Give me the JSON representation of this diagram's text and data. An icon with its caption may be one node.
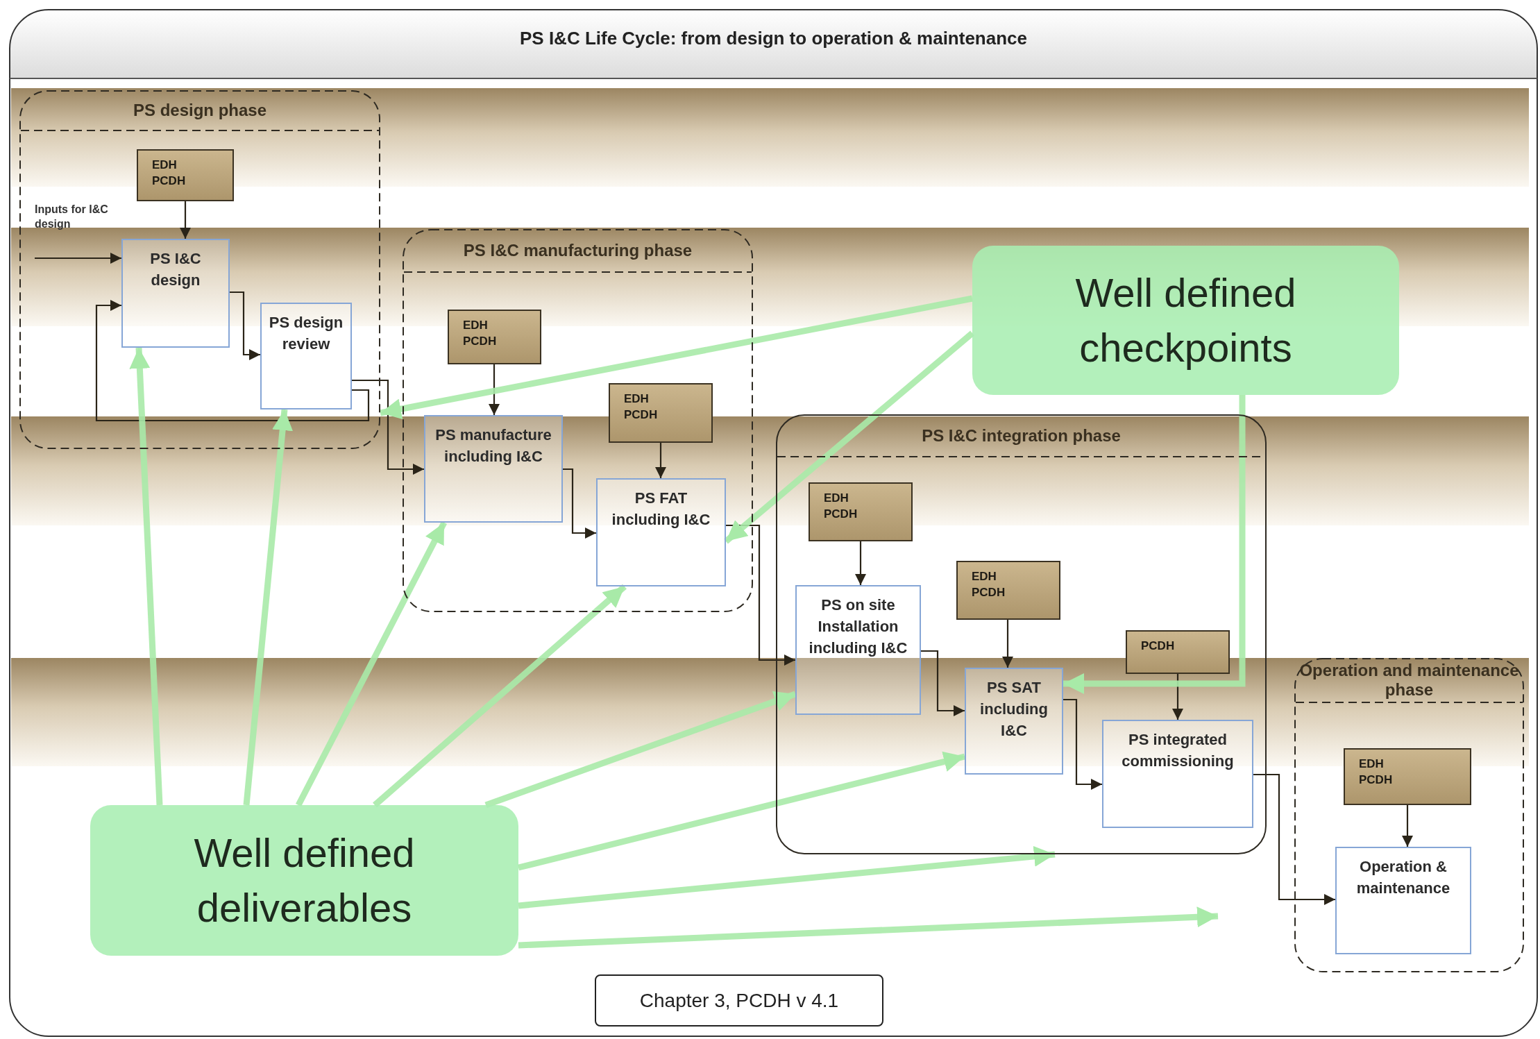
{
  "diagram": {
    "title": "PS I&C Life Cycle: from design to operation & maintenance",
    "caption": "Chapter 3, PCDH v 4.1",
    "nodes": [
      {
        "text": [
          "PS design phase"
        ]
      },
      {
        "text": [
          "EDH PCDH"
        ],
        "in": 0
      },
      {
        "text": [
          "Inputs for I&C design"
        ],
        "in": 0
      },
      {
        "text": [
          "PS I&C design"
        ],
        "in": 0
      },
      {
        "text": [
          "PS design review"
        ],
        "in": 0
      },
      {
        "text": [
          "PS I&C manufacturing phase"
        ]
      },
      {
        "text": [
          "EDH PCDH"
        ],
        "in": 5
      },
      {
        "text": [
          "PS manufacture including I&C"
        ],
        "in": 5
      },
      {
        "text": [
          "EDH PCDH"
        ],
        "in": 5
      },
      {
        "text": [
          "PS FAT including I&C"
        ],
        "in": 5
      },
      {
        "text": [
          "Well defined checkpoints"
        ]
      },
      {
        "text": [
          "PS I&C integration phase"
        ]
      },
      {
        "text": [
          "EDH PCDH"
        ],
        "in": 11
      },
      {
        "text": [
          "PS on site Installation including I&C"
        ],
        "in": 11
      },
      {
        "text": [
          "EDH PCDH"
        ],
        "in": 11
      },
      {
        "text": [
          "PS SAT including I&C"
        ],
        "in": 11
      },
      {
        "text": [
          "PCDH"
        ],
        "in": 11
      },
      {
        "text": [
          "PS integrated commissioning"
        ],
        "in": 11
      },
      {
        "text": [
          "Operation and maintenance phase"
        ]
      },
      {
        "text": [
          "EDH PCDH"
        ],
        "in": 18
      },
      {
        "text": [
          "Operation & maintenance"
        ],
        "in": 18
      },
      {
        "text": [
          "Well defined deliverables"
        ]
      }
    ],
    "edges": [
      {
        "from": 1,
        "to": 3,
        "arrow": "to"
      },
      {
        "from": 2,
        "to": 3,
        "arrow": "to"
      },
      {
        "from": 3,
        "to": 4,
        "arrow": "to"
      },
      {
        "from": 4,
        "to": 3,
        "arrow": "to"
      },
      {
        "from": 4,
        "to": 7,
        "arrow": "to"
      },
      {
        "from": 6,
        "to": 7,
        "arrow": "to"
      },
      {
        "from": 7,
        "to": 9,
        "arrow": "to"
      },
      {
        "from": 8,
        "to": 9,
        "arrow": "to"
      },
      {
        "from": 9,
        "to": 13,
        "arrow": "to"
      },
      {
        "from": 12,
        "to": 13,
        "arrow": "to"
      },
      {
        "from": 13,
        "to": 15,
        "arrow": "to"
      },
      {
        "from": 14,
        "to": 15,
        "arrow": "to"
      },
      {
        "from": 15,
        "to": 17,
        "arrow": "to"
      },
      {
        "from": 16,
        "to": 17,
        "arrow": "to"
      },
      {
        "from": 17,
        "to": 20,
        "arrow": "to"
      },
      {
        "from": 19,
        "to": 20,
        "arrow": "to"
      },
      {
        "from": 10,
        "to": 0,
        "arrow": "to",
        "style": "thick",
        "color": "#a8eaa8"
      },
      {
        "from": 10,
        "to": 9,
        "arrow": "to",
        "style": "thick",
        "color": "#a8eaa8"
      },
      {
        "from": 10,
        "to": 15,
        "arrow": "to",
        "style": "thick",
        "color": "#a8eaa8"
      },
      {
        "from": 21,
        "to": 3,
        "arrow": "to",
        "style": "thick",
        "color": "#a8eaa8"
      },
      {
        "from": 21,
        "to": 4,
        "arrow": "to",
        "style": "thick",
        "color": "#a8eaa8"
      },
      {
        "from": 21,
        "to": 7,
        "arrow": "to",
        "style": "thick",
        "color": "#a8eaa8"
      },
      {
        "from": 21,
        "to": 9,
        "arrow": "to",
        "style": "thick",
        "color": "#a8eaa8"
      },
      {
        "from": 21,
        "to": 13,
        "arrow": "to",
        "style": "thick",
        "color": "#a8eaa8"
      },
      {
        "from": 21,
        "to": 15,
        "arrow": "to",
        "style": "thick",
        "color": "#a8eaa8"
      },
      {
        "from": 21,
        "to": 11,
        "arrow": "to",
        "style": "thick",
        "color": "#a8eaa8"
      },
      {
        "from": 21,
        "to": null,
        "arrow": "to",
        "style": "thick",
        "color": "#a8eaa8"
      }
    ]
  }
}
